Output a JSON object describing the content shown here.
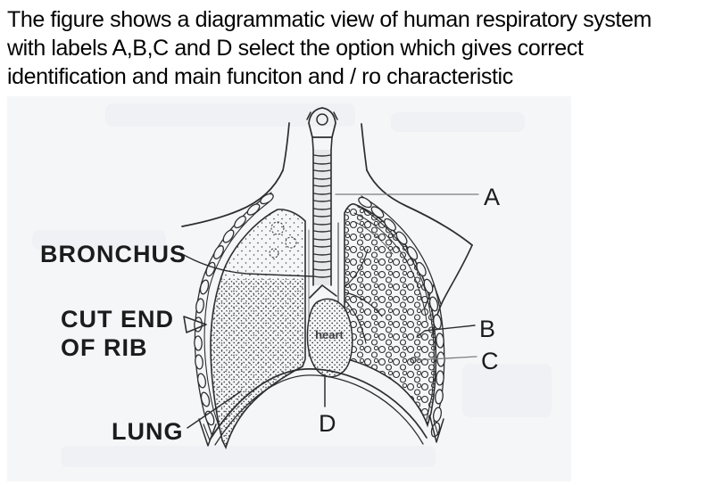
{
  "question": {
    "line1": "The figure shows a diagrammatic view of human respiratory system",
    "line2": "with labels A,B,C and D select the option which gives correct",
    "line3": "identification and main funciton and / ro characteristic"
  },
  "diagram": {
    "labels": {
      "a": "A",
      "b": "B",
      "c": "C",
      "d": "D",
      "bronchus": "BRONCHUS",
      "cut_end_line1": "CUT END",
      "cut_end_line2": "OF RIB",
      "lung": "LUNG",
      "heart": "heart"
    },
    "colors": {
      "ink": "#2e2e2e",
      "figure_background": "#f5f6f8",
      "page_background": "#ffffff",
      "label_text": "#1c1c1c"
    }
  }
}
